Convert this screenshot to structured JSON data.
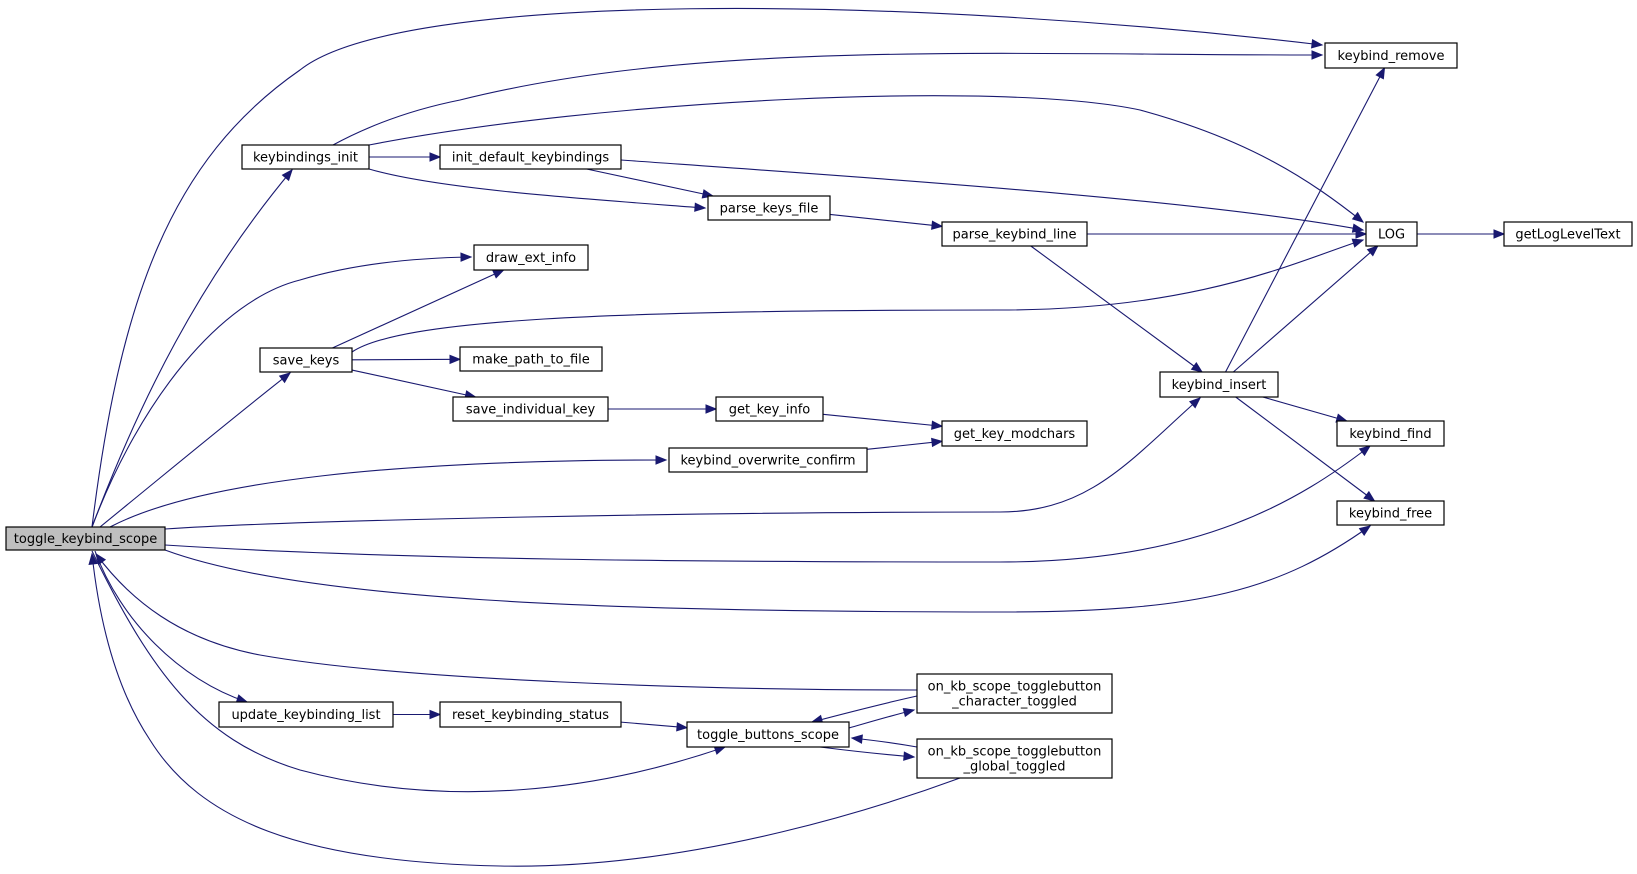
{
  "nodes": [
    {
      "id": "toggle_keybind_scope",
      "lines": [
        "toggle_keybind_scope"
      ],
      "highlight": true
    },
    {
      "id": "keybindings_init",
      "lines": [
        "keybindings_init"
      ]
    },
    {
      "id": "init_default_keybindings",
      "lines": [
        "init_default_keybindings"
      ]
    },
    {
      "id": "parse_keys_file",
      "lines": [
        "parse_keys_file"
      ]
    },
    {
      "id": "parse_keybind_line",
      "lines": [
        "parse_keybind_line"
      ]
    },
    {
      "id": "keybind_remove",
      "lines": [
        "keybind_remove"
      ]
    },
    {
      "id": "LOG",
      "lines": [
        "LOG"
      ]
    },
    {
      "id": "getLogLevelText",
      "lines": [
        "getLogLevelText"
      ]
    },
    {
      "id": "draw_ext_info",
      "lines": [
        "draw_ext_info"
      ]
    },
    {
      "id": "save_keys",
      "lines": [
        "save_keys"
      ]
    },
    {
      "id": "make_path_to_file",
      "lines": [
        "make_path_to_file"
      ]
    },
    {
      "id": "save_individual_key",
      "lines": [
        "save_individual_key"
      ]
    },
    {
      "id": "get_key_info",
      "lines": [
        "get_key_info"
      ]
    },
    {
      "id": "get_key_modchars",
      "lines": [
        "get_key_modchars"
      ]
    },
    {
      "id": "keybind_overwrite_confirm",
      "lines": [
        "keybind_overwrite_confirm"
      ]
    },
    {
      "id": "keybind_insert",
      "lines": [
        "keybind_insert"
      ]
    },
    {
      "id": "keybind_find",
      "lines": [
        "keybind_find"
      ]
    },
    {
      "id": "keybind_free",
      "lines": [
        "keybind_free"
      ]
    },
    {
      "id": "update_keybinding_list",
      "lines": [
        "update_keybinding_list"
      ]
    },
    {
      "id": "reset_keybinding_status",
      "lines": [
        "reset_keybinding_status"
      ]
    },
    {
      "id": "toggle_buttons_scope",
      "lines": [
        "toggle_buttons_scope"
      ]
    },
    {
      "id": "on_kb_scope_togglebutton_character_toggled",
      "lines": [
        "on_kb_scope_togglebutton",
        "_character_toggled"
      ]
    },
    {
      "id": "on_kb_scope_togglebutton_global_toggled",
      "lines": [
        "on_kb_scope_togglebutton",
        "_global_toggled"
      ]
    }
  ],
  "edges": [
    {
      "from": "toggle_keybind_scope",
      "to": "keybindings_init"
    },
    {
      "from": "toggle_keybind_scope",
      "to": "keybind_remove"
    },
    {
      "from": "toggle_keybind_scope",
      "to": "draw_ext_info"
    },
    {
      "from": "toggle_keybind_scope",
      "to": "save_keys"
    },
    {
      "from": "toggle_keybind_scope",
      "to": "keybind_overwrite_confirm"
    },
    {
      "from": "toggle_keybind_scope",
      "to": "keybind_insert"
    },
    {
      "from": "toggle_keybind_scope",
      "to": "keybind_find"
    },
    {
      "from": "toggle_keybind_scope",
      "to": "keybind_free"
    },
    {
      "from": "toggle_keybind_scope",
      "to": "update_keybinding_list"
    },
    {
      "from": "toggle_keybind_scope",
      "to": "toggle_buttons_scope"
    },
    {
      "from": "on_kb_scope_togglebutton_character_toggled",
      "to": "toggle_keybind_scope"
    },
    {
      "from": "on_kb_scope_togglebutton_global_toggled",
      "to": "toggle_keybind_scope"
    },
    {
      "from": "keybindings_init",
      "to": "init_default_keybindings"
    },
    {
      "from": "keybindings_init",
      "to": "parse_keys_file"
    },
    {
      "from": "keybindings_init",
      "to": "keybind_remove"
    },
    {
      "from": "keybindings_init",
      "to": "LOG"
    },
    {
      "from": "init_default_keybindings",
      "to": "parse_keys_file"
    },
    {
      "from": "init_default_keybindings",
      "to": "LOG"
    },
    {
      "from": "parse_keys_file",
      "to": "parse_keybind_line"
    },
    {
      "from": "parse_keybind_line",
      "to": "LOG"
    },
    {
      "from": "parse_keybind_line",
      "to": "keybind_insert"
    },
    {
      "from": "LOG",
      "to": "getLogLevelText"
    },
    {
      "from": "save_keys",
      "to": "draw_ext_info"
    },
    {
      "from": "save_keys",
      "to": "LOG"
    },
    {
      "from": "save_keys",
      "to": "make_path_to_file"
    },
    {
      "from": "save_keys",
      "to": "save_individual_key"
    },
    {
      "from": "save_individual_key",
      "to": "get_key_info"
    },
    {
      "from": "get_key_info",
      "to": "get_key_modchars"
    },
    {
      "from": "keybind_overwrite_confirm",
      "to": "get_key_modchars"
    },
    {
      "from": "keybind_insert",
      "to": "keybind_remove"
    },
    {
      "from": "keybind_insert",
      "to": "LOG"
    },
    {
      "from": "keybind_insert",
      "to": "keybind_find"
    },
    {
      "from": "keybind_insert",
      "to": "keybind_free"
    },
    {
      "from": "update_keybinding_list",
      "to": "reset_keybinding_status"
    },
    {
      "from": "reset_keybinding_status",
      "to": "toggle_buttons_scope"
    },
    {
      "from": "toggle_buttons_scope",
      "to": "on_kb_scope_togglebutton_character_toggled"
    },
    {
      "from": "toggle_buttons_scope",
      "to": "on_kb_scope_togglebutton_global_toggled"
    },
    {
      "from": "on_kb_scope_togglebutton_character_toggled",
      "to": "toggle_buttons_scope"
    },
    {
      "from": "on_kb_scope_togglebutton_global_toggled",
      "to": "toggle_buttons_scope"
    }
  ]
}
